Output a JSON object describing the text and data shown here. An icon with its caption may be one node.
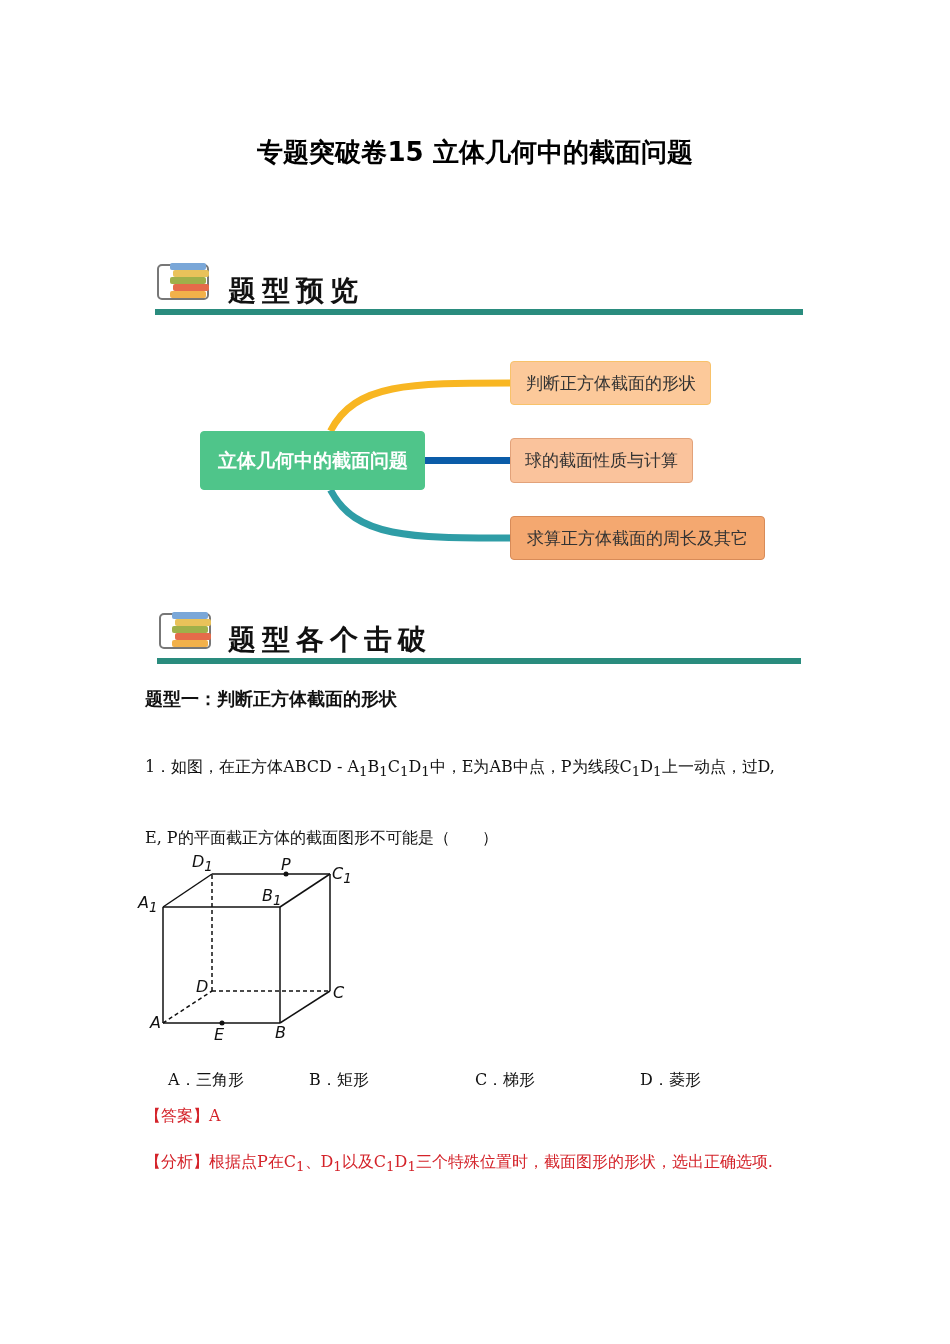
{
  "diagram": {
    "title": "专题突破卷15  立体几何中的截面问题",
    "nodes": [
      {
        "text": [
          "立体几何中的截面问题"
        ]
      },
      {
        "text": [
          "判断正方体截面的形状"
        ]
      },
      {
        "text": [
          "球的截面性质与计算"
        ]
      },
      {
        "text": [
          "求算正方体截面的周长及其它"
        ]
      }
    ],
    "edges": [
      {
        "from": 0,
        "to": 1,
        "arrow": "none",
        "color": "#f8b622"
      },
      {
        "from": 0,
        "to": 2,
        "arrow": "none",
        "color": "#0b5ca8"
      },
      {
        "from": 0,
        "to": 3,
        "arrow": "none",
        "color": "#2f9da6"
      }
    ],
    "labels": [
      "题型预览",
      "题型各个击破",
      "题型一：判断正方体截面的形状",
      "1．如图，在正方体ABCD - A$_{1}$B$_{1}$C$_{1}$D$_{1}$中，E为AB中点，P为线段C$_{1}$D$_{1}$上一动点，过D, E, P的平面截正方体的截面图形不可能是（　　）",
      "D$_{1}$",
      "P",
      "C$_{1}$",
      "A$_{1}$",
      "B$_{1}$",
      "D",
      "C",
      "A",
      "E",
      "B",
      "A．三角形",
      "B．矩形",
      "C．梯形",
      "D．菱形",
      "【答案】A",
      "【分析】根据点P在C$_{1}$、D$_{1}$以及C$_{1}$D$_{1}$三个特殊位置时，截面图形的形状，选出正确选项."
    ]
  }
}
